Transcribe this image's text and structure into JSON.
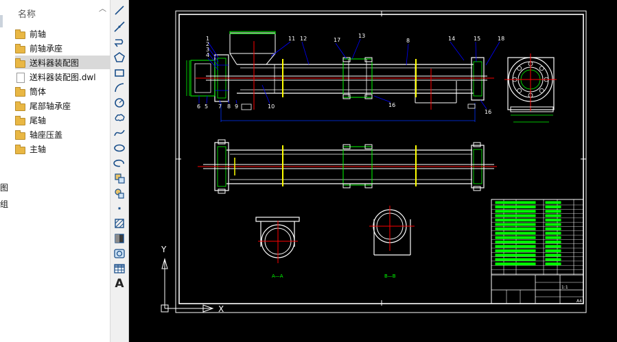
{
  "explorer": {
    "header": "名称",
    "collapse_glyph": "︿",
    "items": [
      {
        "label": "前轴",
        "type": "folder"
      },
      {
        "label": "前轴承座",
        "type": "folder"
      },
      {
        "label": "送料器装配图",
        "type": "folder",
        "selected": true
      },
      {
        "label": "送料器装配图.dwl",
        "type": "file"
      },
      {
        "label": "筒体",
        "type": "folder"
      },
      {
        "label": "尾部轴承座",
        "type": "folder"
      },
      {
        "label": "尾轴",
        "type": "folder"
      },
      {
        "label": "轴座压盖",
        "type": "folder"
      },
      {
        "label": "主轴",
        "type": "folder"
      }
    ],
    "cut_labels": [
      "图",
      "组"
    ]
  },
  "toolbar": {
    "tools": [
      "line-icon",
      "construction-line-icon",
      "polyline-icon",
      "polygon-icon",
      "rectangle-icon",
      "arc-icon",
      "circle-icon",
      "revision-cloud-icon",
      "spline-icon",
      "ellipse-icon",
      "ellipse-arc-icon",
      "insert-block-icon",
      "make-block-icon",
      "point-icon",
      "hatch-icon",
      "gradient-icon",
      "region-icon",
      "table-icon",
      "text-icon"
    ],
    "text_glyph": "A"
  },
  "drawing": {
    "colors": {
      "frame": "#ffffff",
      "outline": "#ffffff",
      "dimension": "#00ff00",
      "leader": "#0000ff",
      "center": "#ff0000",
      "highlight": "#ffff00",
      "dim_line": "#0033ff"
    },
    "balloons_top": [
      "1",
      "2",
      "3",
      "4",
      "11",
      "12",
      "17",
      "13",
      "8",
      "14",
      "15",
      "18"
    ],
    "balloons_bottom": [
      "6",
      "5",
      "7",
      "8",
      "9",
      "10",
      "16",
      "16"
    ],
    "section_labels": [
      "A—A",
      "B—B"
    ],
    "axis_labels": {
      "y": "Y",
      "x": "X"
    },
    "title_block_fragments": [
      "1:1",
      "A4"
    ]
  }
}
